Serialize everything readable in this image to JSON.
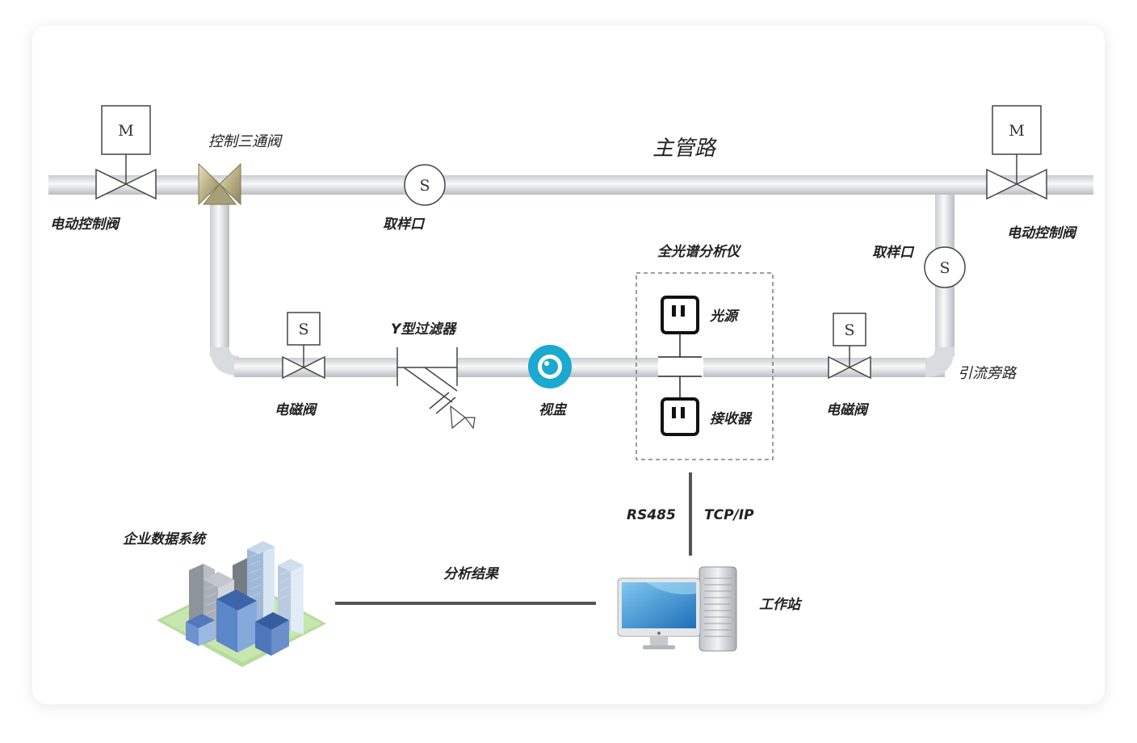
{
  "labels": {
    "main_pipe": "主管路",
    "three_way_valve": "控制三通阀",
    "electric_valve_left": "电动控制阀",
    "electric_valve_right": "电动控制阀",
    "sampling_port_main": "取样口",
    "sampling_port_bypass": "取样口",
    "analyzer": "全光谱分析仪",
    "light_source": "光源",
    "receiver": "接收器",
    "bypass": "引流旁路",
    "solenoid_valve_left": "电磁阀",
    "solenoid_valve_right": "电磁阀",
    "y_filter": "Y型过滤器",
    "sight_glass": "视盅",
    "rs485": "RS485",
    "tcpip": "TCP/IP",
    "workstation": "工作站",
    "enterprise_system": "企业数据系统",
    "analysis_result": "分析结果"
  },
  "symbols": {
    "motor": "M",
    "solenoid": "S",
    "sampling": "S"
  }
}
